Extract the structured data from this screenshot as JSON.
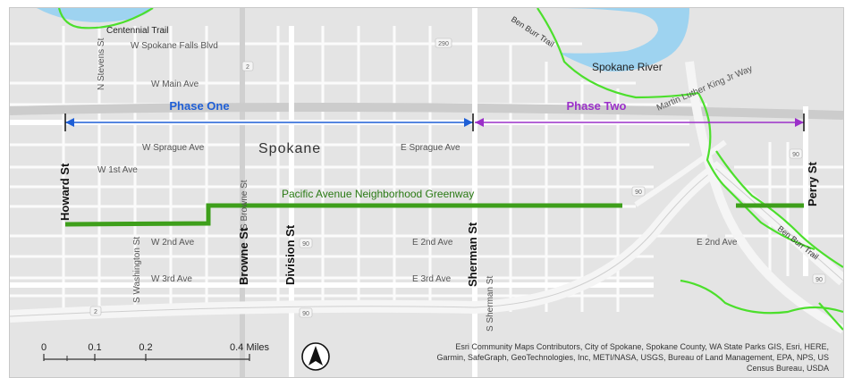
{
  "map": {
    "city_label": "Spokane",
    "river_label": "Spokane River",
    "greenway_label": "Pacific Avenue Neighborhood Greenway",
    "phase_one_label": "Phase One",
    "phase_two_label": "Phase Two",
    "colors": {
      "phase_one": "#1f5fd6",
      "phase_two": "#9b30c9",
      "greenway": "#3e9f1b",
      "trail": "#4cdf2c",
      "water": "#9ed3f0"
    },
    "major_streets": {
      "howard": "Howard St",
      "browne": "Browne St",
      "division": "Division St",
      "sherman": "Sherman St",
      "perry": "Perry St"
    },
    "streets": {
      "spokane_falls": "W Spokane Falls Blvd",
      "main": "W Main Ave",
      "sprague_w": "W Sprague Ave",
      "sprague_e": "E Sprague Ave",
      "first": "W 1st Ave",
      "second_w": "W 2nd Ave",
      "second_e": "E 2nd Ave",
      "second_e2": "E 2nd Ave",
      "third_w": "W 3rd Ave",
      "third_e": "E 3rd Ave",
      "stevens": "N Stevens St",
      "washington": "S Washington St",
      "browne_small": "S Browne St",
      "sherman_small": "S Sherman St",
      "mlk": "Martin Luther King Jr Way"
    },
    "trails": {
      "centennial": "Centennial Trail",
      "ben_burr_top": "Ben Burr Trail",
      "ben_burr_right": "Ben Burr Trail"
    },
    "shields": {
      "s290": "290",
      "s90a": "90",
      "s90b": "90",
      "s90c": "90",
      "s90d": "90",
      "s90e": "90",
      "s2a": "2",
      "s2b": "2"
    }
  },
  "scale_bar": {
    "ticks": [
      "0",
      "0.1",
      "0.2",
      "0.4 Miles"
    ]
  },
  "north_arrow_icon": "north-arrow-icon",
  "attribution": "Esri Community Maps Contributors, City of Spokane, Spokane County, WA State Parks GIS, Esri, HERE, Garmin, SafeGraph, GeoTechnologies, Inc, METI/NASA, USGS, Bureau of Land Management, EPA, NPS, US Census Bureau, USDA"
}
